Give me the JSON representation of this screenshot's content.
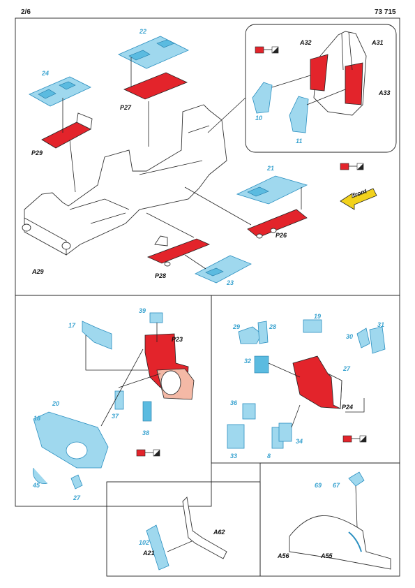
{
  "page": {
    "number": "2/6",
    "code": "73 715"
  },
  "front_label": "front",
  "parts": {
    "p22": "22",
    "p24": "24",
    "p27a": "P27",
    "p29": "P29",
    "a29": "A29",
    "p21": "21",
    "p26": "P26",
    "p28": "P28",
    "p23b": "23",
    "a32": "A32",
    "a31": "A31",
    "a33": "A33",
    "p10": "10",
    "p11": "11",
    "p39": "39",
    "p17": "17",
    "P23": "P23",
    "p20": "20",
    "p18": "18",
    "p37": "37",
    "p38": "38",
    "p45": "45",
    "p27b": "27",
    "p29c": "29",
    "p28c": "28",
    "p19": "19",
    "p30": "30",
    "p31": "31",
    "p32": "32",
    "p27c": "27",
    "p36": "36",
    "P24": "P24",
    "p33": "33",
    "p8": "8",
    "p34": "34",
    "p102": "102",
    "a21": "A21",
    "a62": "A62",
    "p69": "69",
    "p67": "67",
    "a56": "A56",
    "a55": "A55"
  },
  "colors": {
    "photo_etch": "#9fd8ee",
    "painted_red": "#e3242b",
    "front_arrow": "#f2d21c"
  }
}
